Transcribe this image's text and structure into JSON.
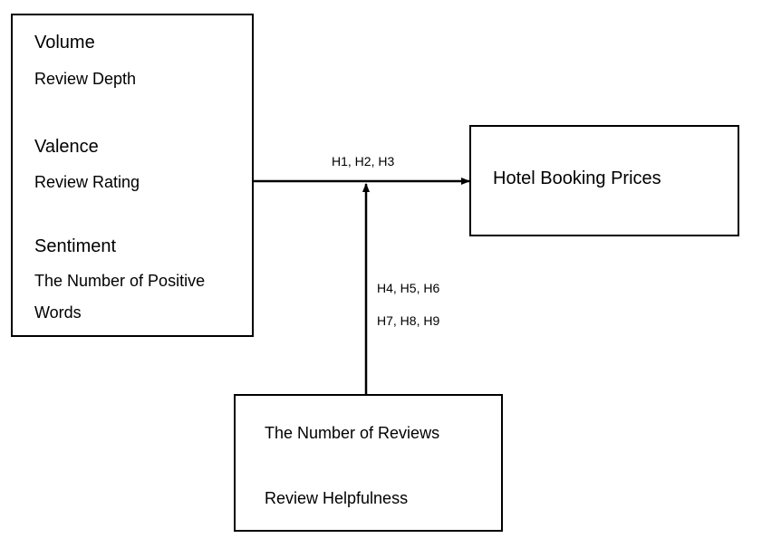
{
  "independent": {
    "volume_heading": "Volume",
    "volume_item": "Review Depth",
    "valence_heading": "Valence",
    "valence_item": "Review Rating",
    "sentiment_heading": "Sentiment",
    "sentiment_item_line1": "The Number of Positive",
    "sentiment_item_line2": "Words"
  },
  "dependent": {
    "label": "Hotel Booking Prices"
  },
  "moderators": {
    "item1": "The Number of Reviews",
    "item2": "Review Helpfulness"
  },
  "hypotheses": {
    "direct": "H1, H2, H3",
    "moderation_line1": "H4, H5, H6",
    "moderation_line2": "H7, H8, H9"
  }
}
